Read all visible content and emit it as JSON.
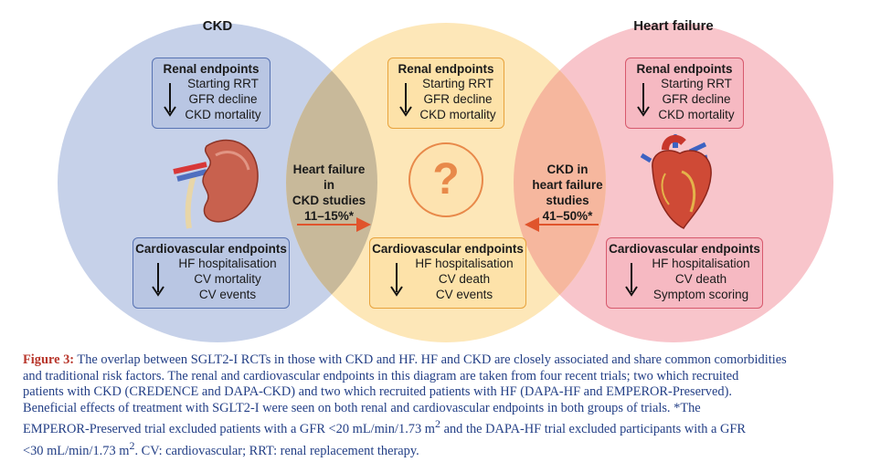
{
  "circles": {
    "left_title": "CKD",
    "right_title": "Heart failure"
  },
  "left": {
    "renal": {
      "title": "Renal endpoints",
      "lines": [
        "Starting RRT",
        "GFR decline",
        "CKD mortality"
      ]
    },
    "cv": {
      "title": "Cardiovascular endpoints",
      "lines": [
        "HF hospitalisation",
        "CV mortality",
        "CV events"
      ]
    }
  },
  "center": {
    "renal": {
      "title": "Renal endpoints",
      "lines": [
        "Starting RRT",
        "GFR decline",
        "CKD mortality"
      ]
    },
    "question_mark": "?",
    "cv": {
      "title": "Cardiovascular endpoints",
      "lines": [
        "HF hospitalisation",
        "CV death",
        "CV events"
      ]
    }
  },
  "right": {
    "renal": {
      "title": "Renal endpoints",
      "lines": [
        "Starting RRT",
        "GFR decline",
        "CKD mortality"
      ]
    },
    "cv": {
      "title": "Cardiovascular endpoints",
      "lines": [
        "HF hospitalisation",
        "CV death",
        "Symptom scoring"
      ]
    }
  },
  "overlap_left": {
    "lines": [
      "Heart failure",
      "in",
      "CKD studies",
      "11–15%*"
    ]
  },
  "overlap_right": {
    "lines": [
      "CKD in",
      "heart failure",
      "studies",
      "41–50%*"
    ]
  },
  "colors": {
    "left_circle": "#c6d1e9",
    "center_circle": "#fde7b8",
    "right_circle": "#f8c5cb",
    "left_center_overlap": "#c8b99a",
    "center_right_overlap": "#f6b79e",
    "arrow": "#e0542c",
    "caption_text": "#233f86",
    "caption_label": "#b8362b"
  },
  "caption": {
    "label": "Figure 3:",
    "line1": " The overlap between SGLT2-I RCTs in those with CKD and HF. HF and CKD are closely associated and share common comorbidities",
    "line2": "and traditional risk factors. The renal and cardiovascular endpoints in this diagram are taken from four recent trials; two which recruited",
    "line3": "patients with CKD (CREDENCE and DAPA-CKD) and two which recruited patients with HF (DAPA-HF and EMPEROR-Preserved).",
    "line4": "Beneficial effects of treatment with SGLT2-I were seen on both renal and cardiovascular endpoints in both groups of trials. *The",
    "line5a": "EMPEROR-Preserved trial excluded patients with a GFR <20 mL/min/1.73 m",
    "line5sup": "2",
    "line5b": " and the DAPA-HF trial excluded participants with a GFR",
    "line6a": "<30 mL/min/1.73 m",
    "line6sup": "2",
    "line6b": ". CV: cardiovascular; RRT: renal replacement therapy."
  }
}
